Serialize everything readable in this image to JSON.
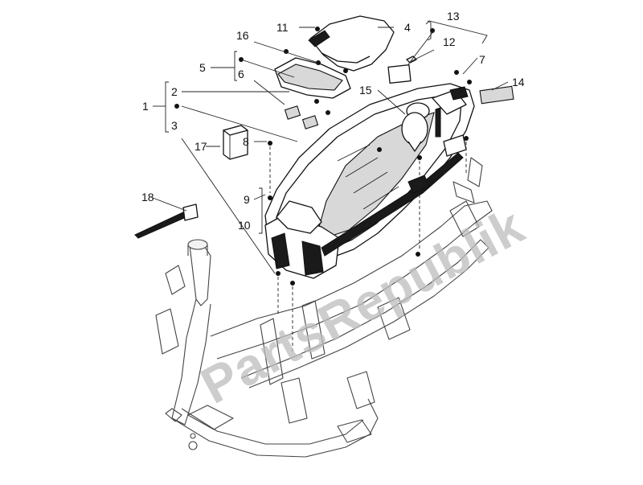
{
  "watermark": "PartsRepublik",
  "callouts": {
    "c1": "1",
    "c2": "2",
    "c3": "3",
    "c4": "4",
    "c5": "5",
    "c6": "6",
    "c7": "7",
    "c8": "8",
    "c9": "9",
    "c10": "10",
    "c11": "11",
    "c12": "12",
    "c13": "13",
    "c14": "14",
    "c15": "15",
    "c16": "16",
    "c17": "17",
    "c18": "18"
  }
}
